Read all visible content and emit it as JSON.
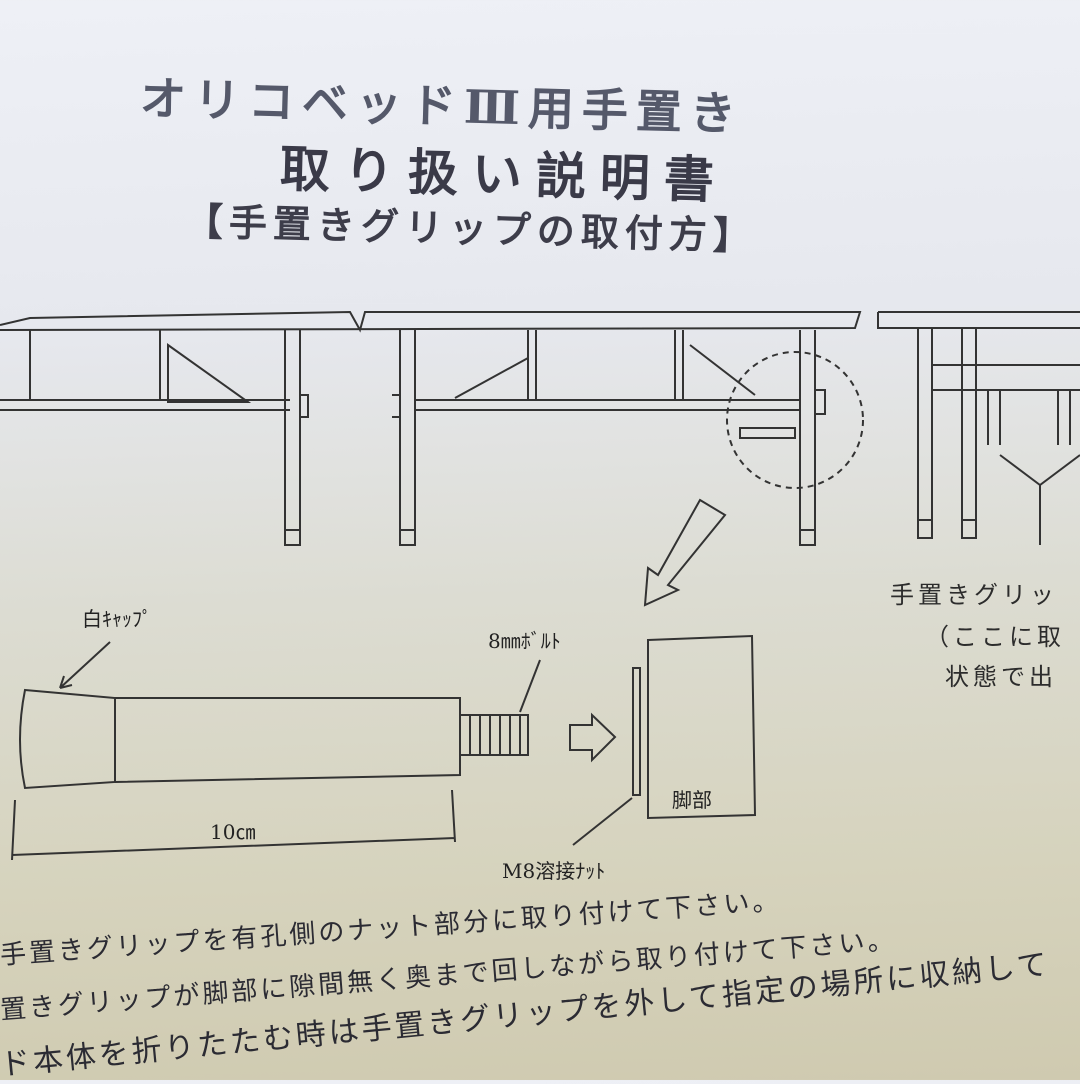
{
  "title": {
    "line1": "オリコベッドⅢ用手置き",
    "line2": "取り扱い説明書",
    "line3": "【手置きグリップの取付方】"
  },
  "diagram": {
    "cap_label": "白ｷｬｯﾌﾟ",
    "bolt_label": "8㎜ﾎﾞﾙﾄ",
    "length_label": "10㎝",
    "leg_label": "脚部",
    "nut_label": "M8溶接ﾅｯﾄ"
  },
  "side_note": {
    "line1": "手置きグリッ",
    "line2": "（ここに取",
    "line3": "状態で出"
  },
  "instructions": [
    "手置きグリップを有孔側のナット部分に取り付けて下さい。",
    "置きグリップが脚部に隙間無く奥まで回しながら取り付けて下さい。",
    "ド本体を折りたたむ時は手置きグリップを外して指定の場所に収納して"
  ]
}
